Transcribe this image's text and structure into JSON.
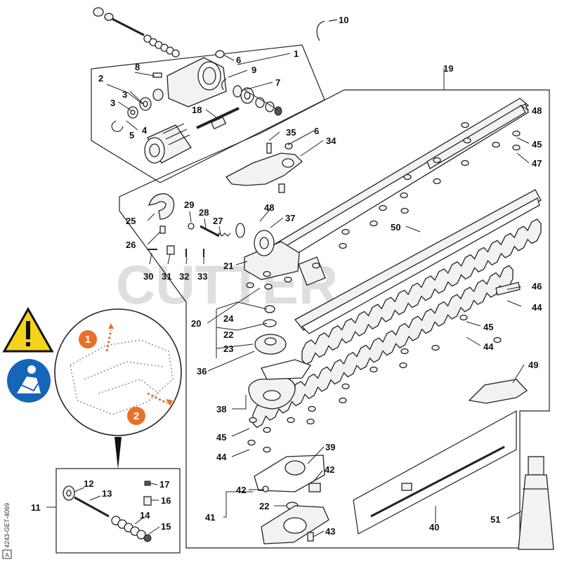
{
  "watermark": "CUTTER",
  "side_code": "4243-GET-4069",
  "side_code_box": "A",
  "colors": {
    "warning_yellow": "#f4d31a",
    "manual_blue": "#1565b8",
    "callout_orange": "#e8702a",
    "watermark_gray": "#dedede"
  },
  "icons": {
    "warning": "warning-triangle-icon",
    "manual": "read-manual-icon"
  },
  "callouts": [
    "1",
    "2"
  ],
  "labels": {
    "l1": "1",
    "l2": "2",
    "l3a": "3",
    "l3b": "3",
    "l4": "4",
    "l5": "5",
    "l6a": "6",
    "l6b": "6",
    "l7": "7",
    "l8": "8",
    "l9": "9",
    "l10": "10",
    "l11": "11",
    "l12": "12",
    "l13": "13",
    "l14": "14",
    "l15": "15",
    "l16": "16",
    "l17": "17",
    "l18": "18",
    "l19": "19",
    "l20": "20",
    "l21": "21",
    "l22a": "22",
    "l22b": "22",
    "l23": "23",
    "l24": "24",
    "l25": "25",
    "l26": "26",
    "l27": "27",
    "l28": "28",
    "l29": "29",
    "l30": "30",
    "l31": "31",
    "l32": "32",
    "l33": "33",
    "l34": "34",
    "l35": "35",
    "l36": "36",
    "l37": "37",
    "l38": "38",
    "l39": "39",
    "l40": "40",
    "l41": "41",
    "l42a": "42",
    "l42b": "42",
    "l43": "43",
    "l44a": "44",
    "l44b": "44",
    "l44c": "44",
    "l45a": "45",
    "l45b": "45",
    "l45c": "45",
    "l46": "46",
    "l47": "47",
    "l48a": "48",
    "l48b": "48",
    "l49": "49",
    "l50": "50",
    "l51": "51"
  }
}
